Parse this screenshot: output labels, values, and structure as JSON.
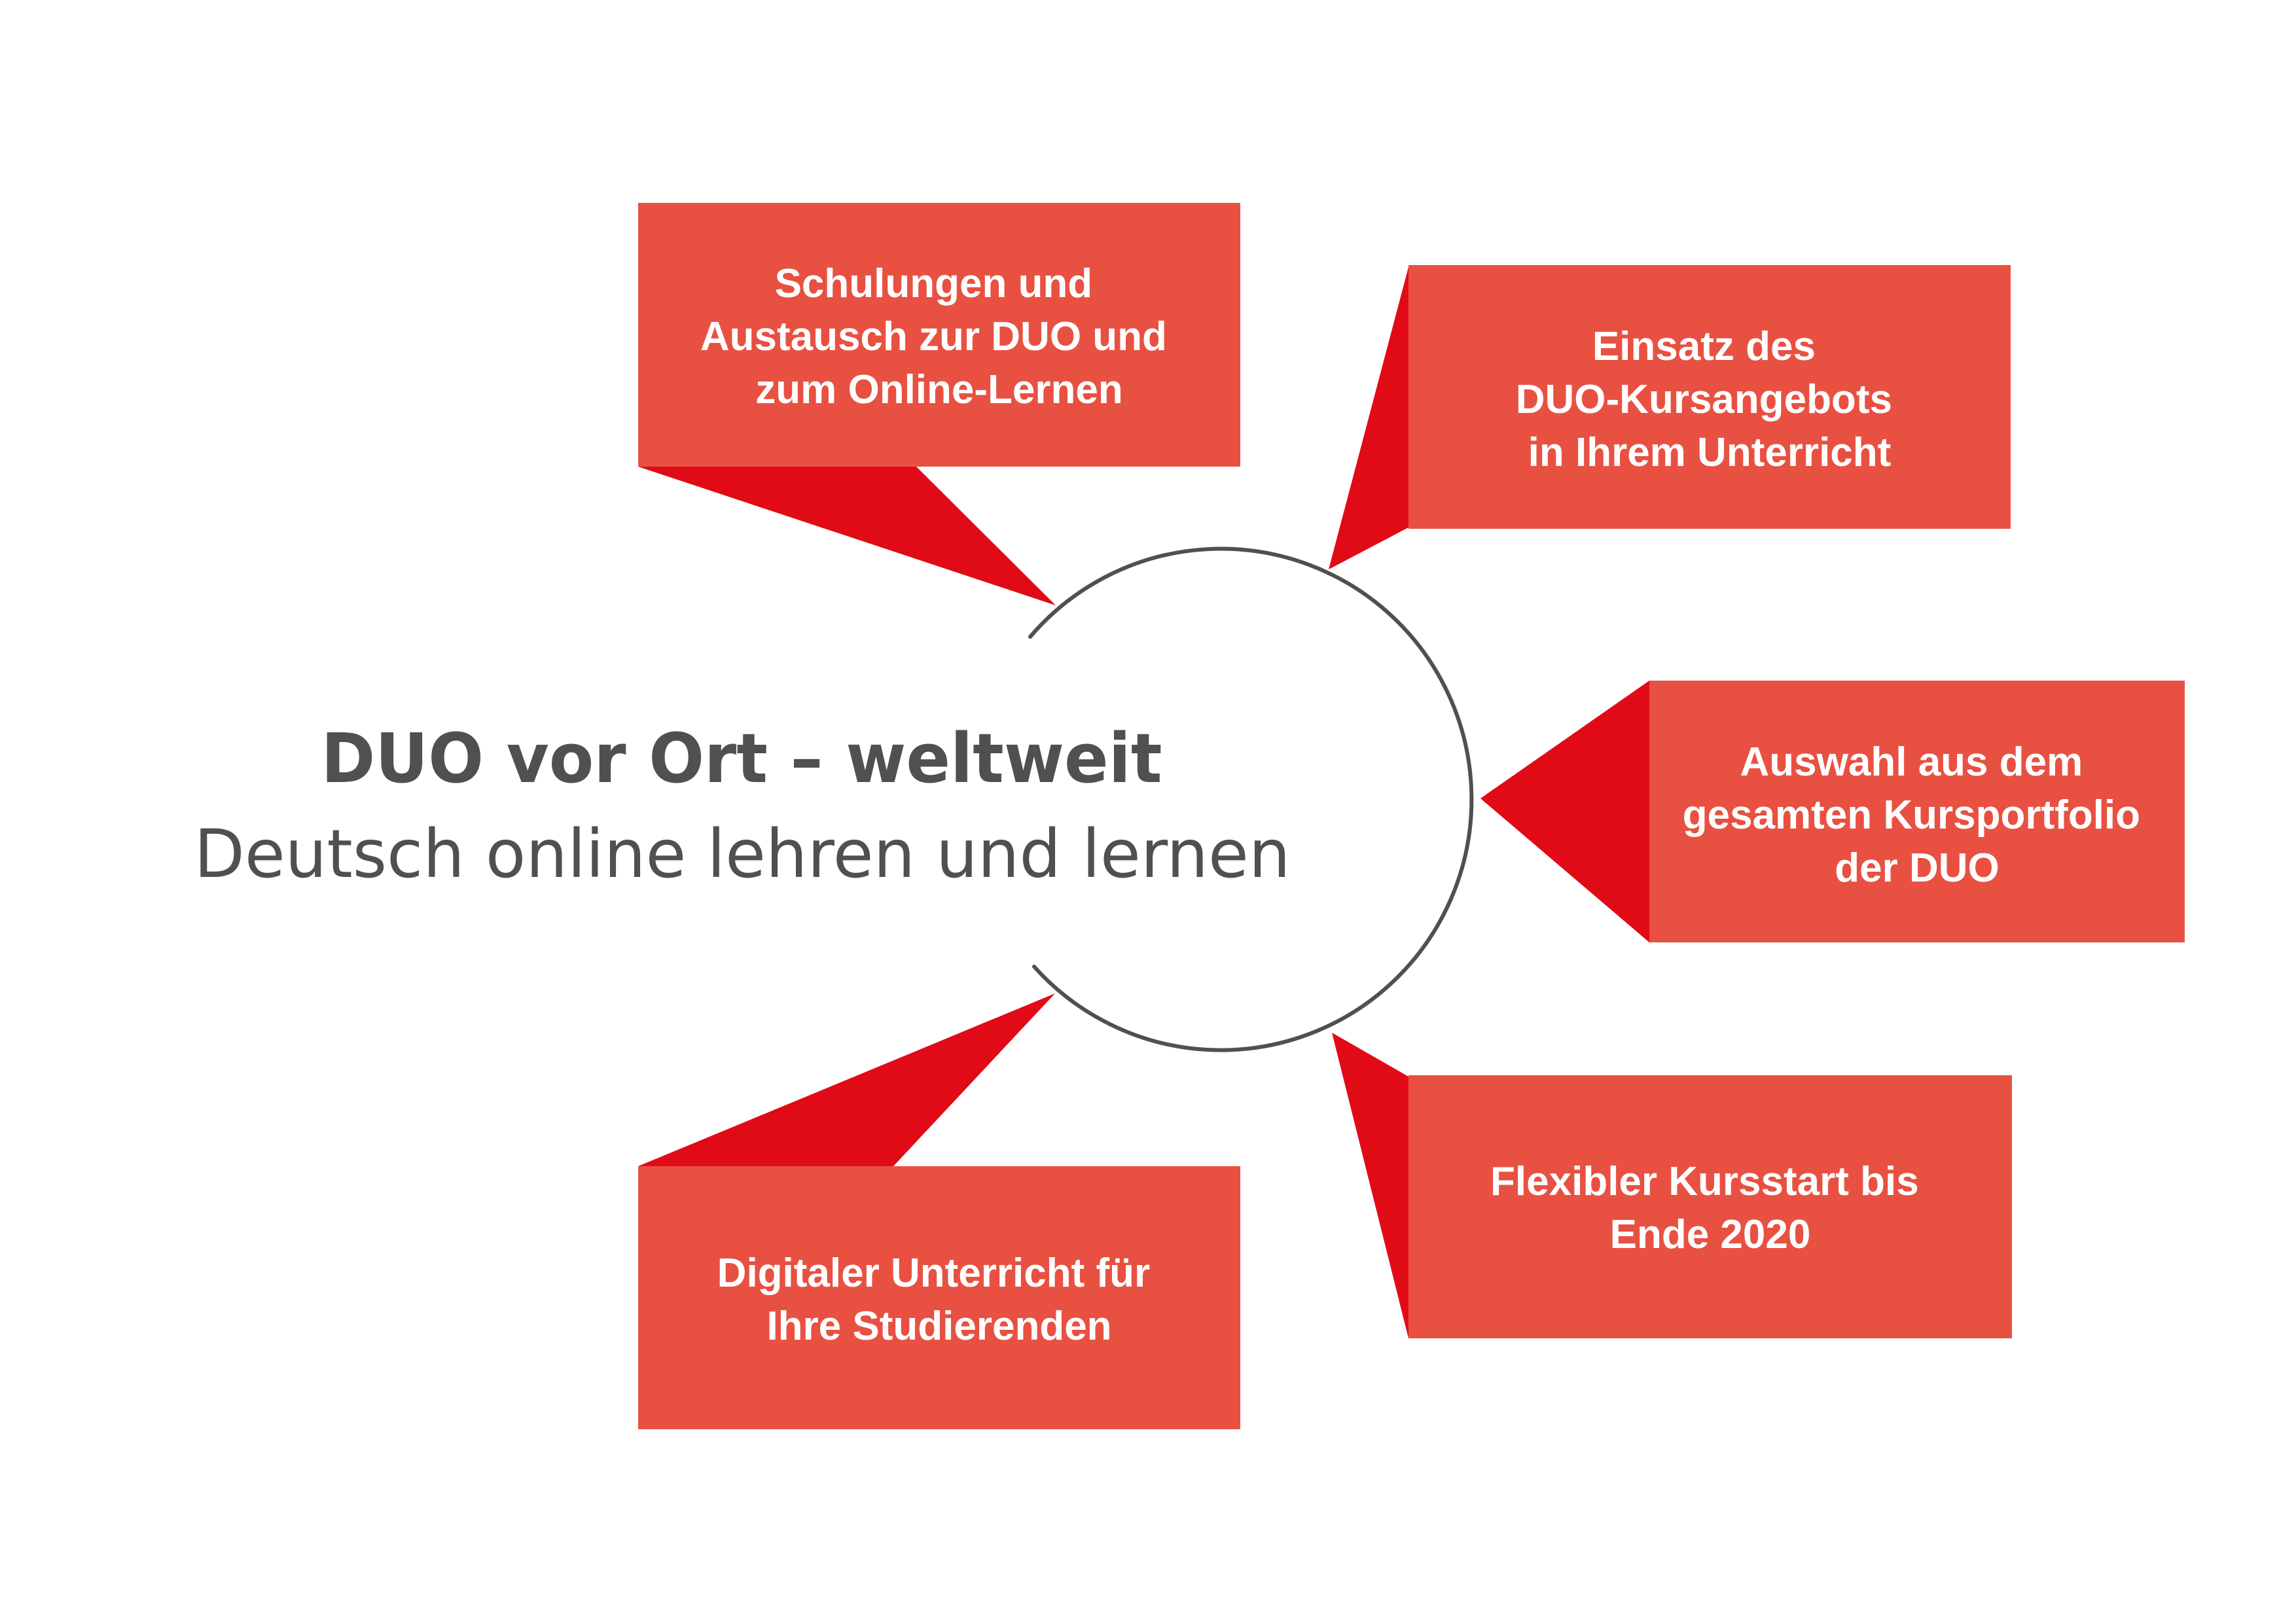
{
  "colors": {
    "box_fill": "#E85142",
    "pointer_fill": "#E10A17",
    "circle_stroke": "#505050",
    "text_dark": "#505050",
    "text_light": "#ffffff"
  },
  "center": {
    "title": "DUO vor Ort – weltweit",
    "subtitle": "Deutsch online lehren und lernen"
  },
  "boxes": [
    {
      "id": "training",
      "lines": [
        "Schulungen und",
        "Austausch zur DUO und",
        "zum Online-Lernen"
      ]
    },
    {
      "id": "usage",
      "lines": [
        "Einsatz des",
        "DUO-Kursangebots",
        "in Ihrem Unterricht"
      ]
    },
    {
      "id": "portfolio",
      "lines": [
        "Auswahl aus dem",
        "gesamten Kursportfolio",
        "der DUO"
      ]
    },
    {
      "id": "start",
      "lines": [
        "Flexibler Kursstart bis",
        "Ende 2020"
      ]
    },
    {
      "id": "digital",
      "lines": [
        "Digitaler Unterricht für",
        "Ihre Studierenden"
      ]
    }
  ]
}
